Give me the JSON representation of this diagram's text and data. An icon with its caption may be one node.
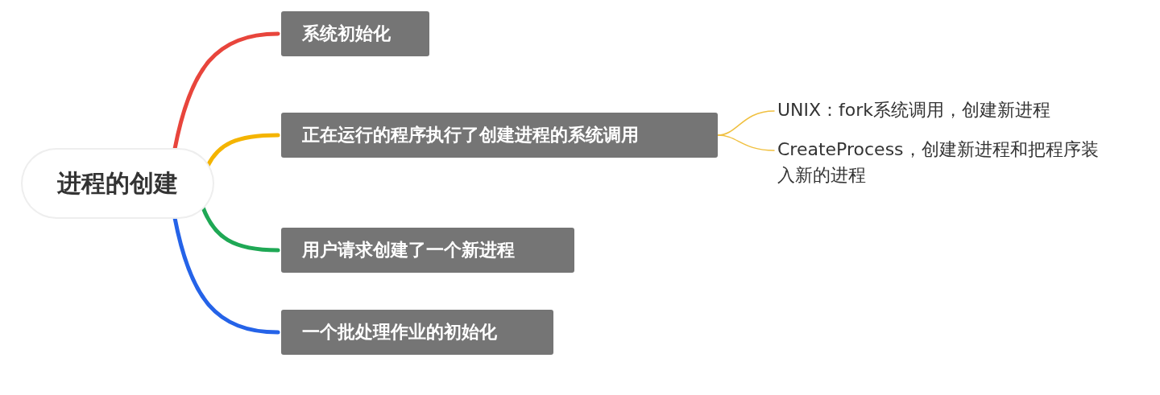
{
  "diagram": {
    "nodes": [
      {
        "text": [
          "进程的创建"
        ]
      },
      {
        "text": [
          "系统初始化"
        ]
      },
      {
        "text": [
          "正在运行的程序执行了创建进程的系统调用"
        ]
      },
      {
        "text": [
          "用户请求创建了一个新进程"
        ]
      },
      {
        "text": [
          "一个批处理作业的初始化"
        ]
      },
      {
        "text": [
          "UNIX：fork系统调用，创建新进程"
        ]
      },
      {
        "text": [
          "CreateProcess，创建新进程和把程序装入新的进程"
        ]
      }
    ],
    "edges": [
      {
        "from": 0,
        "to": 1,
        "arrow": "none",
        "color": "#e8453c"
      },
      {
        "from": 0,
        "to": 2,
        "arrow": "none",
        "color": "#f4b400"
      },
      {
        "from": 0,
        "to": 3,
        "arrow": "none",
        "color": "#1fa855"
      },
      {
        "from": 0,
        "to": 4,
        "arrow": "none",
        "color": "#2563e8"
      },
      {
        "from": 2,
        "to": 5,
        "arrow": "none",
        "color": "#f0c040"
      },
      {
        "from": 2,
        "to": 6,
        "arrow": "none",
        "color": "#f0c040"
      }
    ]
  }
}
